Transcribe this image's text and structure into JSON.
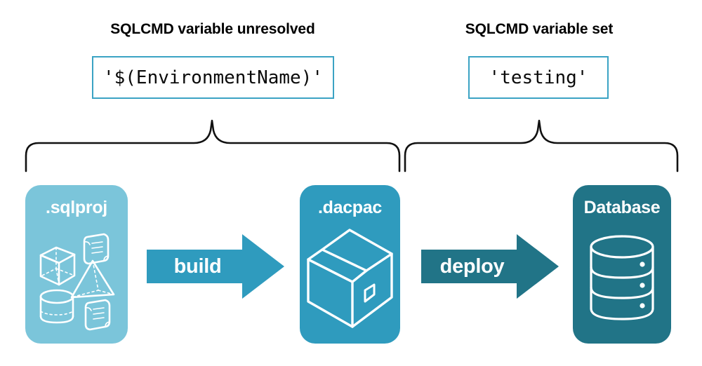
{
  "diagram": {
    "title_left": "SQLCMD variable unresolved",
    "title_right": "SQLCMD variable set",
    "code_left": "'$(EnvironmentName)'",
    "code_right": "'testing'",
    "stages": [
      {
        "label": ".sqlproj",
        "color": "#7BC5DA",
        "icon": "project-contents-icon"
      },
      {
        "label": ".dacpac",
        "color": "#2F9BBE",
        "icon": "package-box-icon"
      },
      {
        "label": "Database",
        "color": "#217487",
        "icon": "database-cylinder-icon"
      }
    ],
    "arrows": [
      {
        "label": "build",
        "color": "#2F9BBE"
      },
      {
        "label": "deploy",
        "color": "#217487"
      }
    ],
    "colors": {
      "code_border": "#3BA3C4",
      "brace": "#111111",
      "background": "#ffffff",
      "text": "#000000"
    }
  }
}
